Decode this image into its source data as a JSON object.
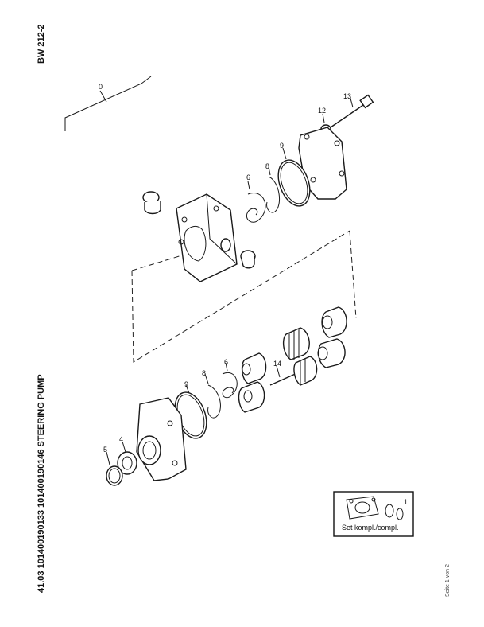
{
  "header": {
    "doc_code": "BW 212-2",
    "title": "41.03 101400190133 101400190146 STEERING PUMP",
    "page_note": "Seite 1 von 2"
  },
  "callouts": {
    "c0": "0",
    "c1": "1",
    "c4": "4",
    "c5": "5",
    "c6a": "6",
    "c6b": "6",
    "c8a": "8",
    "c8b": "8",
    "c9a": "9",
    "c9b": "9",
    "c12": "12",
    "c13": "13",
    "c14": "14"
  },
  "set_box": {
    "label": "Set kompl./compl."
  }
}
